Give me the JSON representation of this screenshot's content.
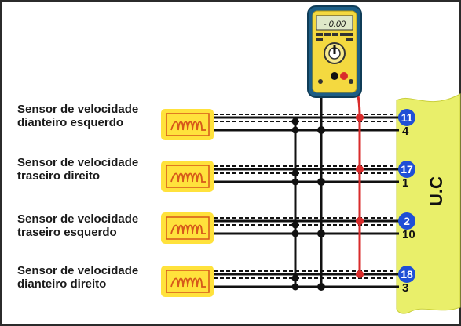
{
  "sensors": [
    {
      "line1": "Sensor de velocidade",
      "line2": "dianteiro esquerdo",
      "pin_a": "11",
      "pin_b": "4"
    },
    {
      "line1": "Sensor de velocidade",
      "line2": "traseiro direito",
      "pin_a": "17",
      "pin_b": "1"
    },
    {
      "line1": "Sensor de velocidade",
      "line2": "traseiro esquerdo",
      "pin_a": "2",
      "pin_b": "10"
    },
    {
      "line1": "Sensor de velocidade",
      "line2": "dianteiro direito",
      "pin_a": "18",
      "pin_b": "3"
    }
  ],
  "uc_label": "U.C",
  "multimeter": {
    "display": "- 0.00"
  },
  "colors": {
    "border": "#2b2b2b",
    "sensor_bg": "#ffe23c",
    "coil": "#d6581a",
    "uc_bg": "#e9ef6a",
    "pin_bubble": "#1f4fd6",
    "red_probe": "#d92b2b",
    "wire": "#111111"
  }
}
